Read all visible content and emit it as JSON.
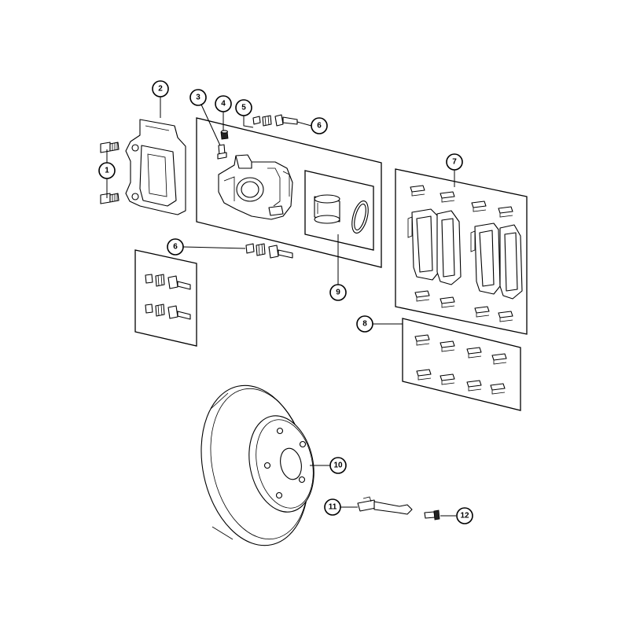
{
  "callouts": {
    "c1": "1",
    "c2": "2",
    "c3": "3",
    "c4": "4",
    "c5": "5",
    "c6a": "6",
    "c6b": "6",
    "c7": "7",
    "c8": "8",
    "c9": "9",
    "c10": "10",
    "c11": "11",
    "c12": "12"
  },
  "colors": {
    "line": "#000000",
    "background": "#ffffff"
  }
}
